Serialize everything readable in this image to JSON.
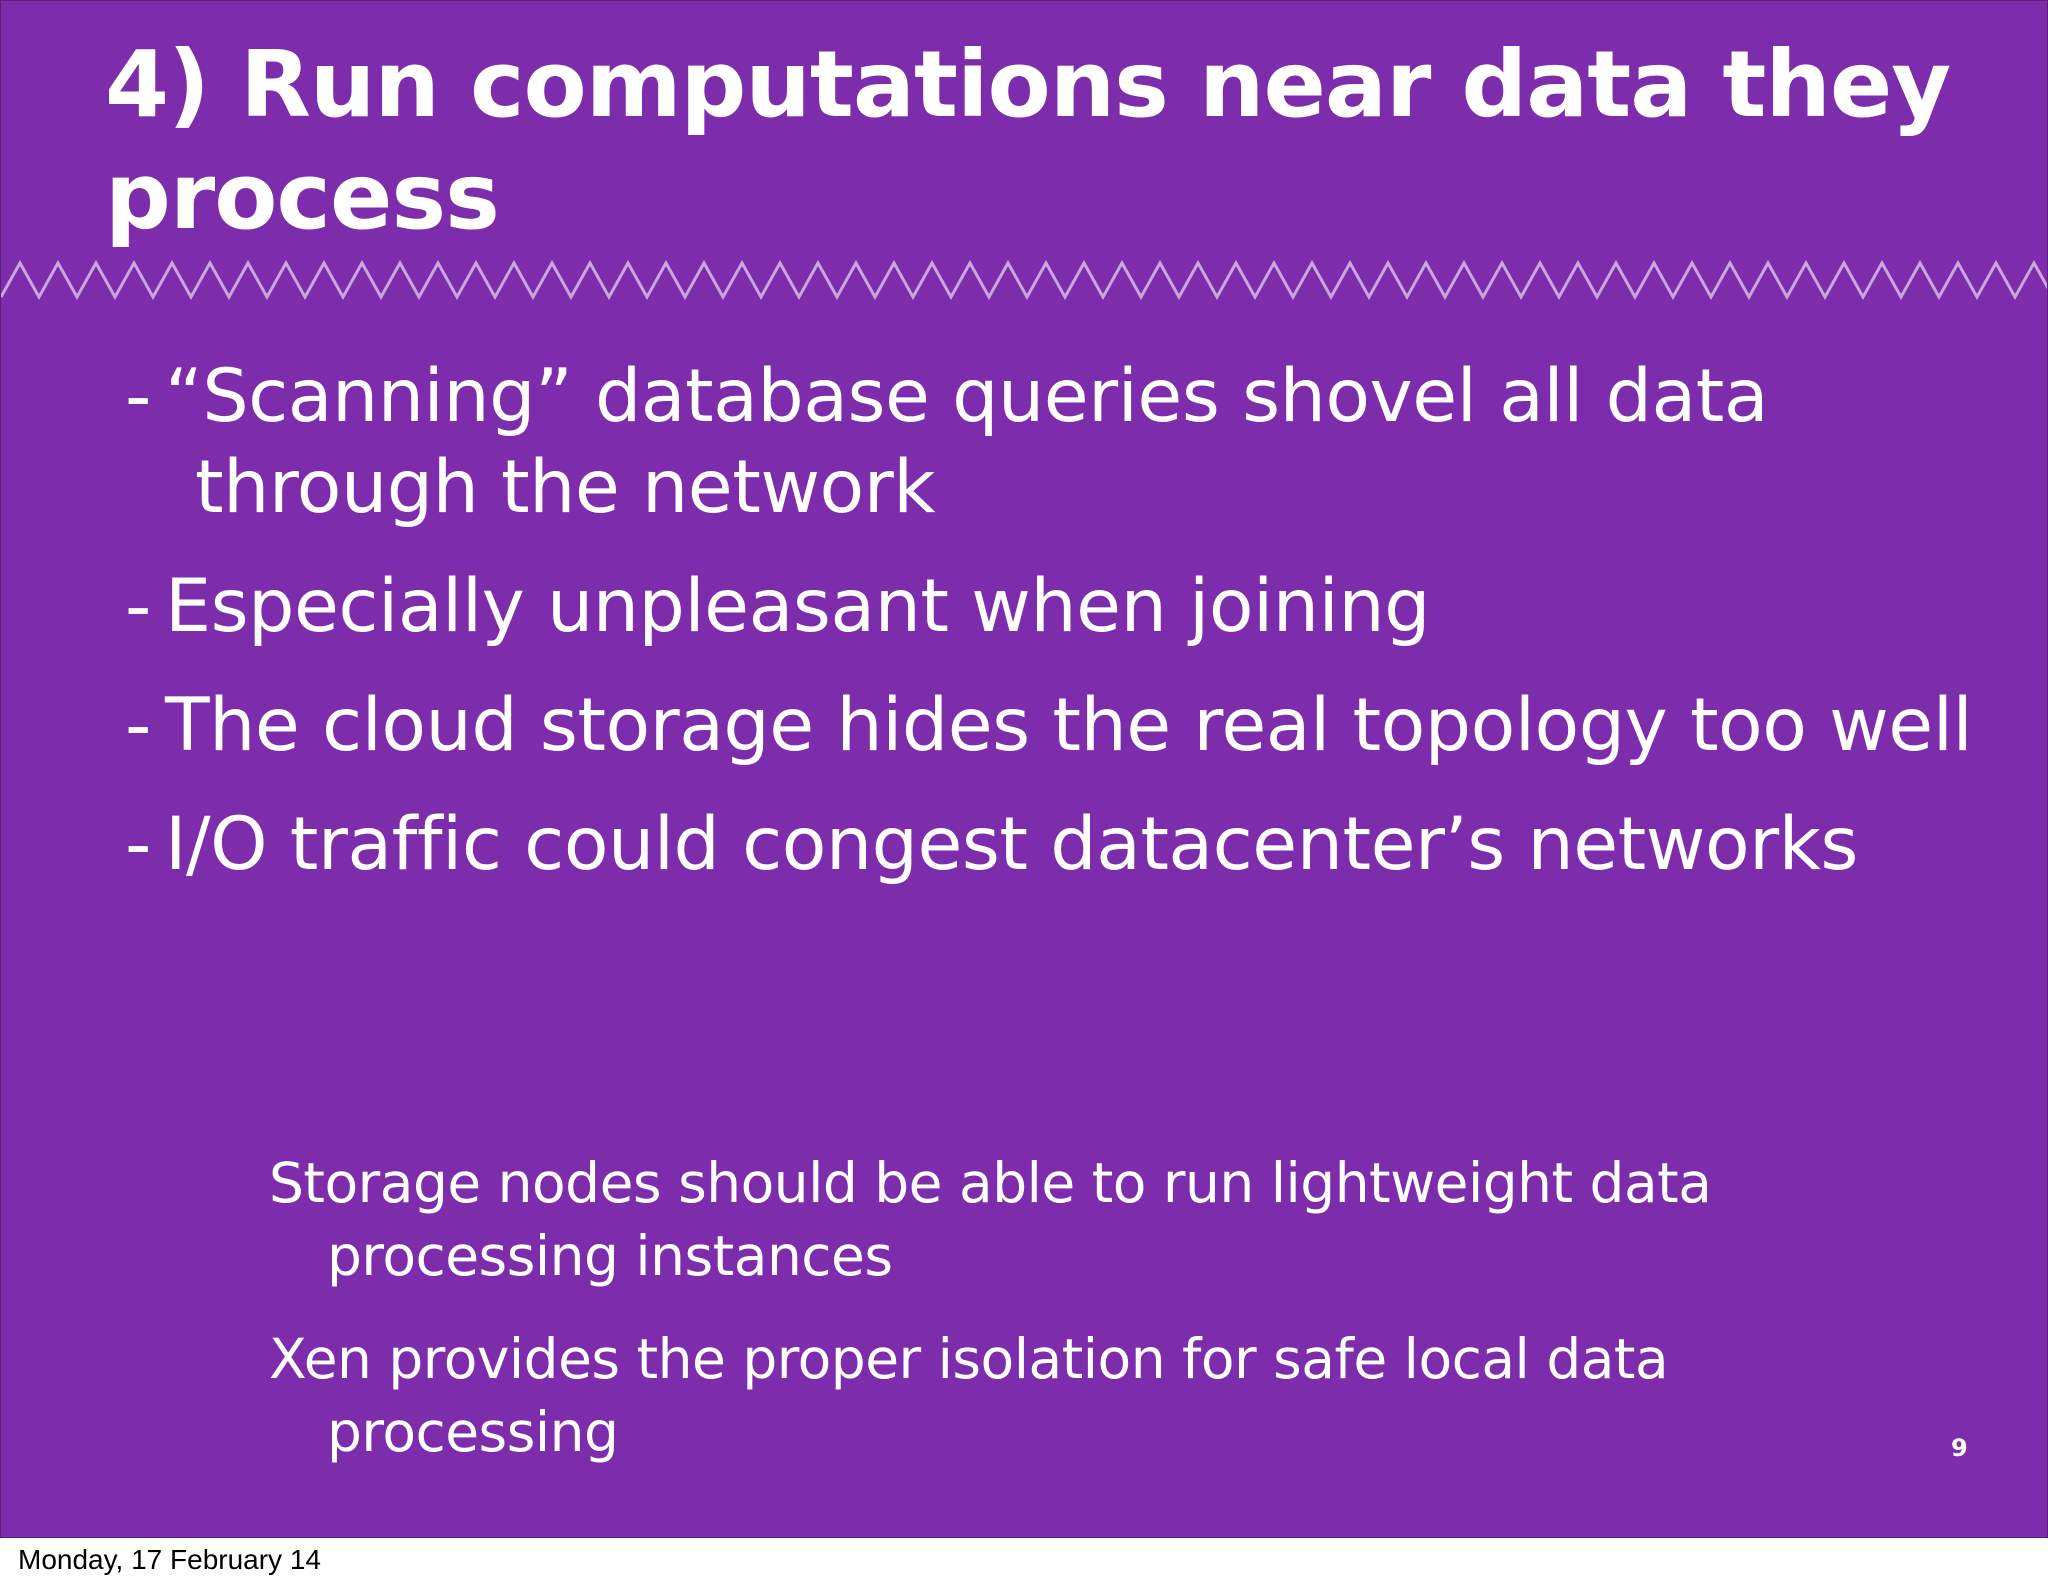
{
  "slide": {
    "title": "4) Run computations near data they process",
    "bullets": [
      {
        "marker": "-",
        "text": "“Scanning” database queries shovel all data through the network"
      },
      {
        "marker": "-",
        "text": "Especially unpleasant when joining"
      },
      {
        "marker": "-",
        "text": "The cloud storage hides the real topology too well"
      },
      {
        "marker": "-",
        "text": "I/O traffic could congest datacenter’s networks"
      }
    ],
    "sub_points": [
      {
        "text": "Storage nodes should be able to run lightweight data processing instances"
      },
      {
        "text": "Xen provides the proper isolation for safe local data processing"
      }
    ],
    "page_number": "9"
  },
  "footer": {
    "date": "Monday, 17 February 14"
  },
  "colors": {
    "background": "#7d2cab",
    "text": "#ffffff",
    "zigzag": "#c9a6dc"
  }
}
